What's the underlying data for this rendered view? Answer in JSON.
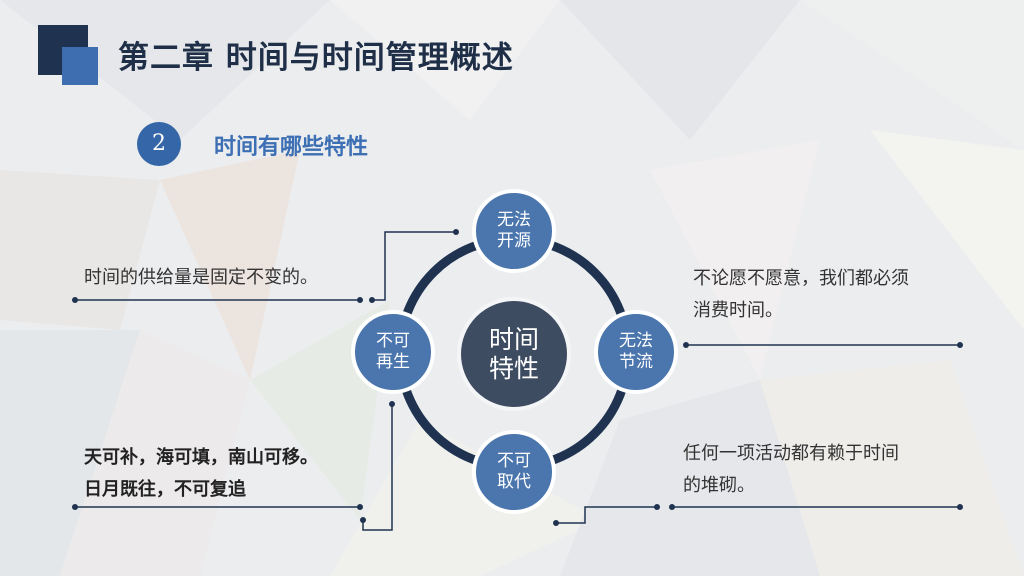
{
  "header": {
    "title": "第二章  时间与时间管理概述",
    "section_number": "2",
    "section_title": "时间有哪些特性"
  },
  "diagram": {
    "center": [
      "时间",
      "特性"
    ],
    "nodes": {
      "top": [
        "无法",
        "开源"
      ],
      "right": [
        "无法",
        "节流"
      ],
      "bottom": [
        "不可",
        "取代"
      ],
      "left": [
        "不可",
        "再生"
      ]
    }
  },
  "texts": {
    "top_left": "时间的供给量是固定不变的。",
    "top_right_line1": "不论愿不愿意，我们都必须",
    "top_right_line2": "消费时间。",
    "bottom_left_line1": "天可补，海可填，南山可移。",
    "bottom_left_line2": "日月既往，不可复追",
    "bottom_right_line1": "任何一项活动都有赖于时间",
    "bottom_right_line2": "的堆砌。"
  },
  "colors": {
    "dark_navy": "#1f3350",
    "accent_blue": "#3f6eb0",
    "node_blue": "#4a75ad",
    "center_gray": "#3e4c62"
  }
}
